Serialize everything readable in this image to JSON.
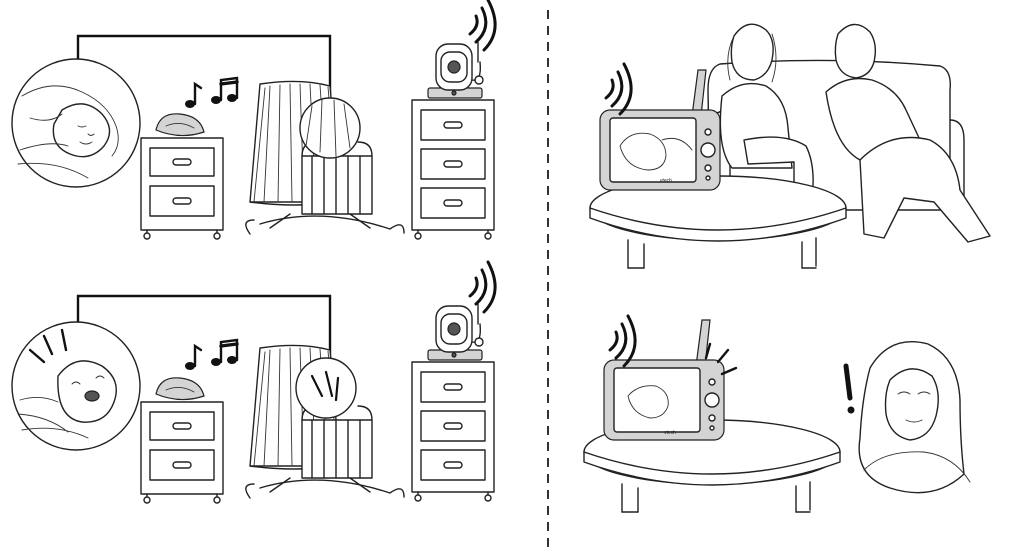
{
  "scenes": [
    {
      "panel": "top-left",
      "baby_state": "sleeping",
      "sound": "music"
    },
    {
      "panel": "bottom-left",
      "baby_state": "crying",
      "sound": "music"
    },
    {
      "panel": "top-right",
      "monitor_state": "quiet",
      "parents": "relaxing"
    },
    {
      "panel": "bottom-right",
      "monitor_state": "alert",
      "parent": "alerted"
    }
  ],
  "divider": "dashed-vertical",
  "monitor_brand": "vtech",
  "alert_glyph": "!",
  "icons": [
    "music-notes-icon",
    "wifi-signal-icon",
    "exclamation-icon"
  ]
}
